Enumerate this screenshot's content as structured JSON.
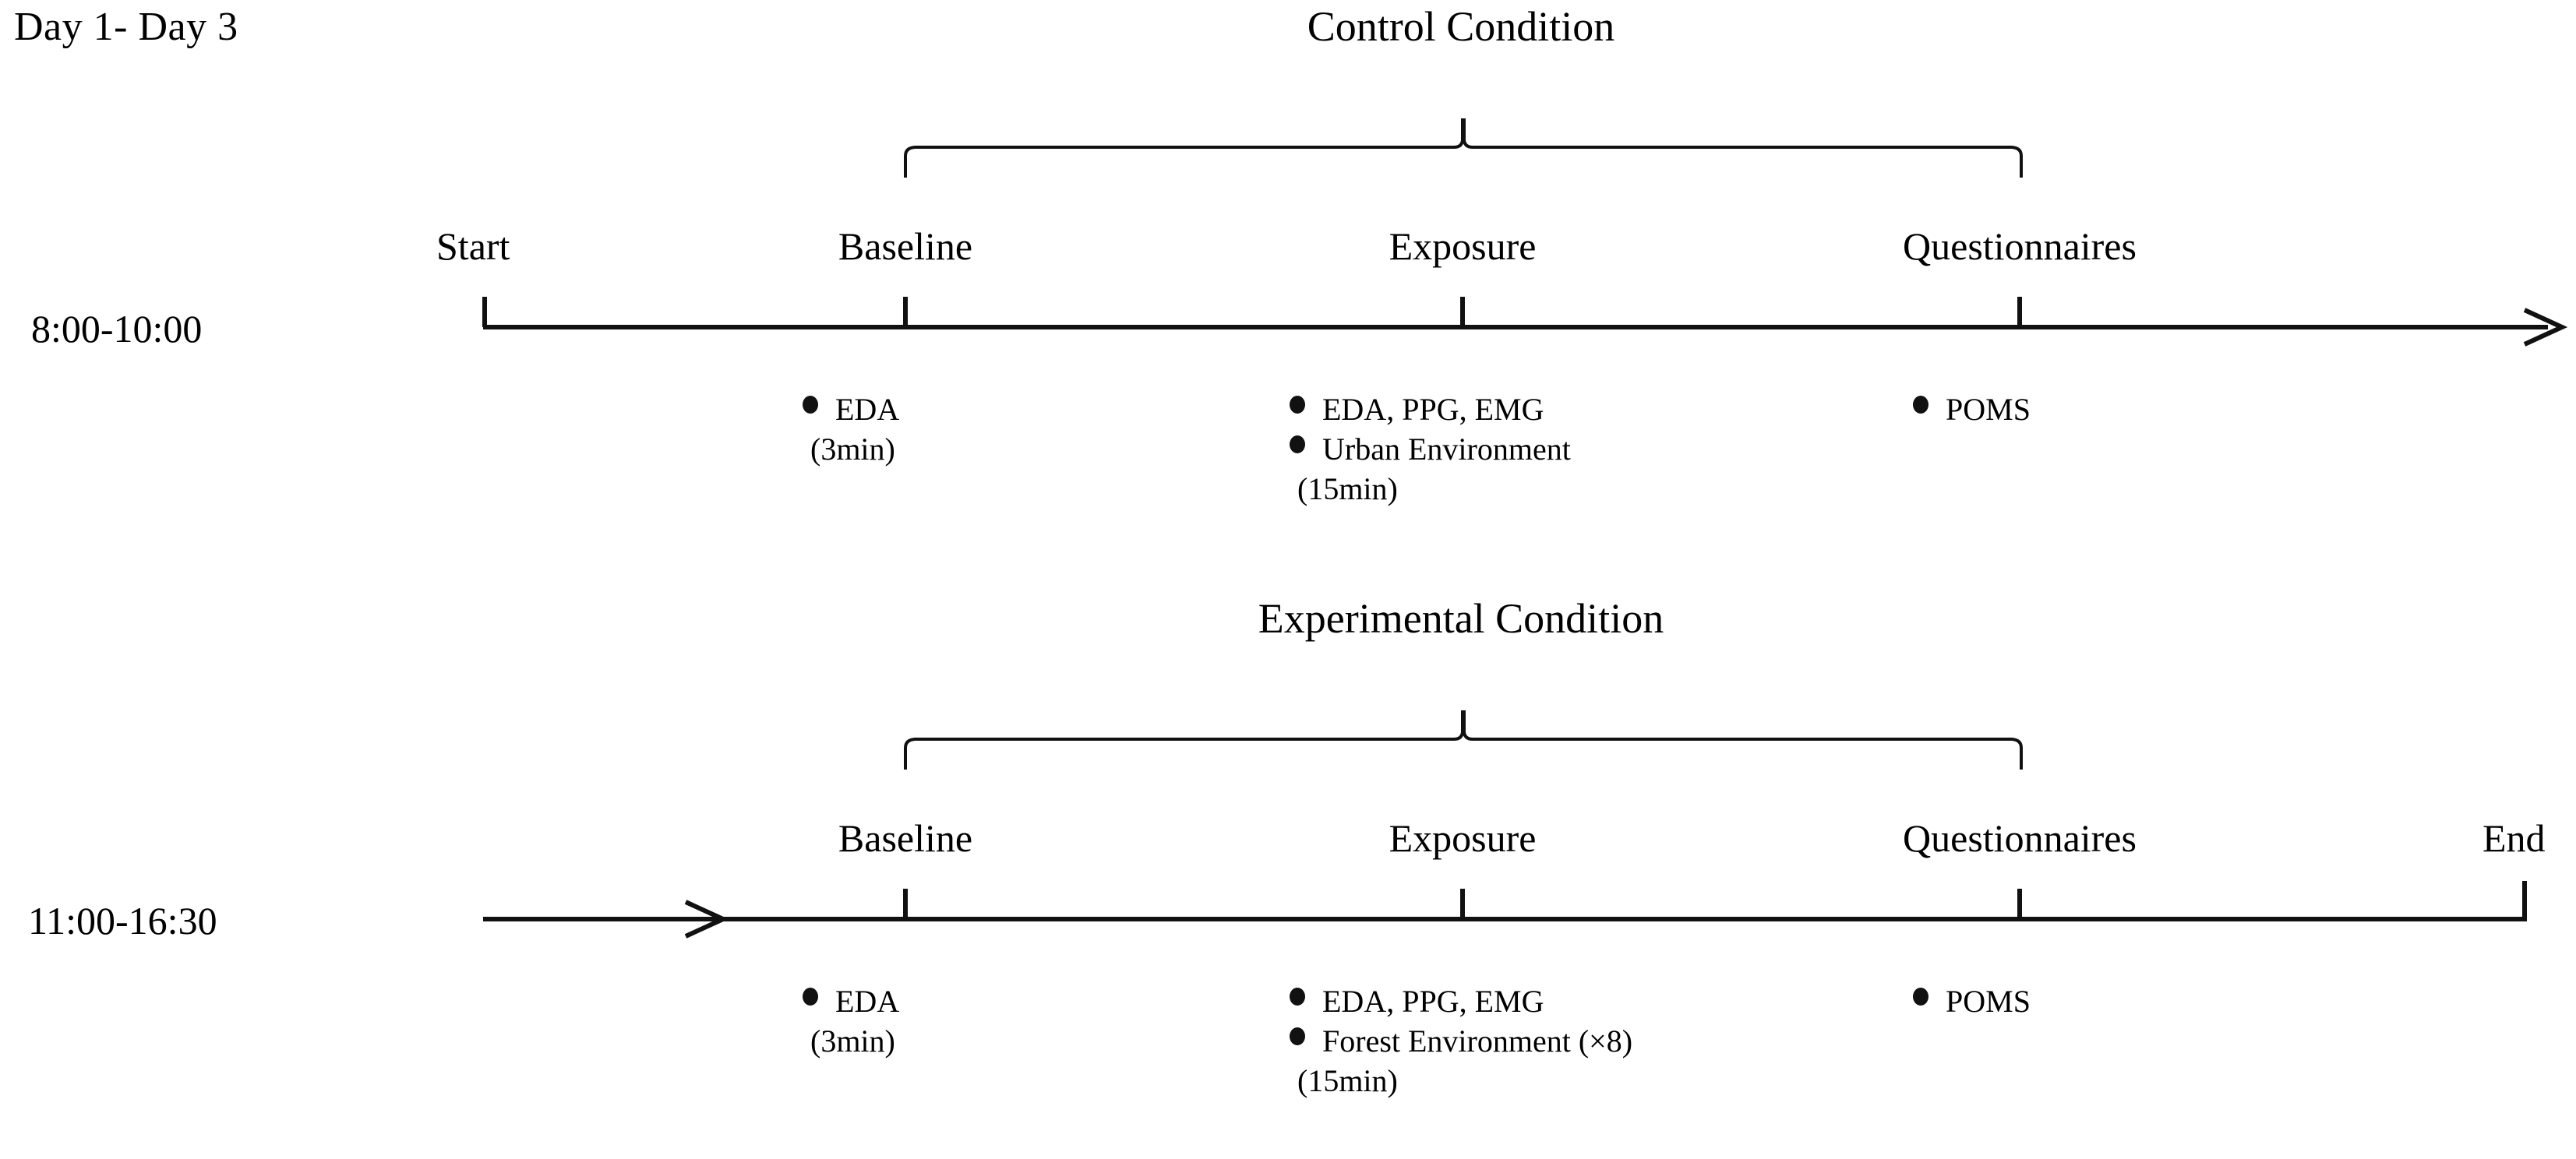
{
  "diagram": {
    "title_left": "Day 1- Day 3",
    "sessions": [
      {
        "id": "control",
        "time_label": "8:00-10:00",
        "condition_title": "Control Condition",
        "start_label": "Start",
        "end_label": "",
        "phases": [
          {
            "name": "Baseline",
            "items": [
              "EDA"
            ],
            "duration": "(3min)"
          },
          {
            "name": "Exposure",
            "items": [
              "EDA, PPG, EMG",
              "Urban Environment"
            ],
            "duration": "(15min)"
          },
          {
            "name": "Questionnaires",
            "items": [
              "POMS"
            ],
            "duration": ""
          }
        ]
      },
      {
        "id": "experimental",
        "time_label": "11:00-16:30",
        "condition_title": "Experimental Condition",
        "start_label": "",
        "end_label": "End",
        "phases": [
          {
            "name": "Baseline",
            "items": [
              "EDA"
            ],
            "duration": "(3min)"
          },
          {
            "name": "Exposure",
            "items": [
              "EDA, PPG, EMG",
              "Forest Environment (×8)"
            ],
            "duration": "(15min)"
          },
          {
            "name": "Questionnaires",
            "items": [
              "POMS"
            ],
            "duration": ""
          }
        ]
      }
    ],
    "colors": {
      "ink": "#111111",
      "background": "#ffffff"
    }
  }
}
